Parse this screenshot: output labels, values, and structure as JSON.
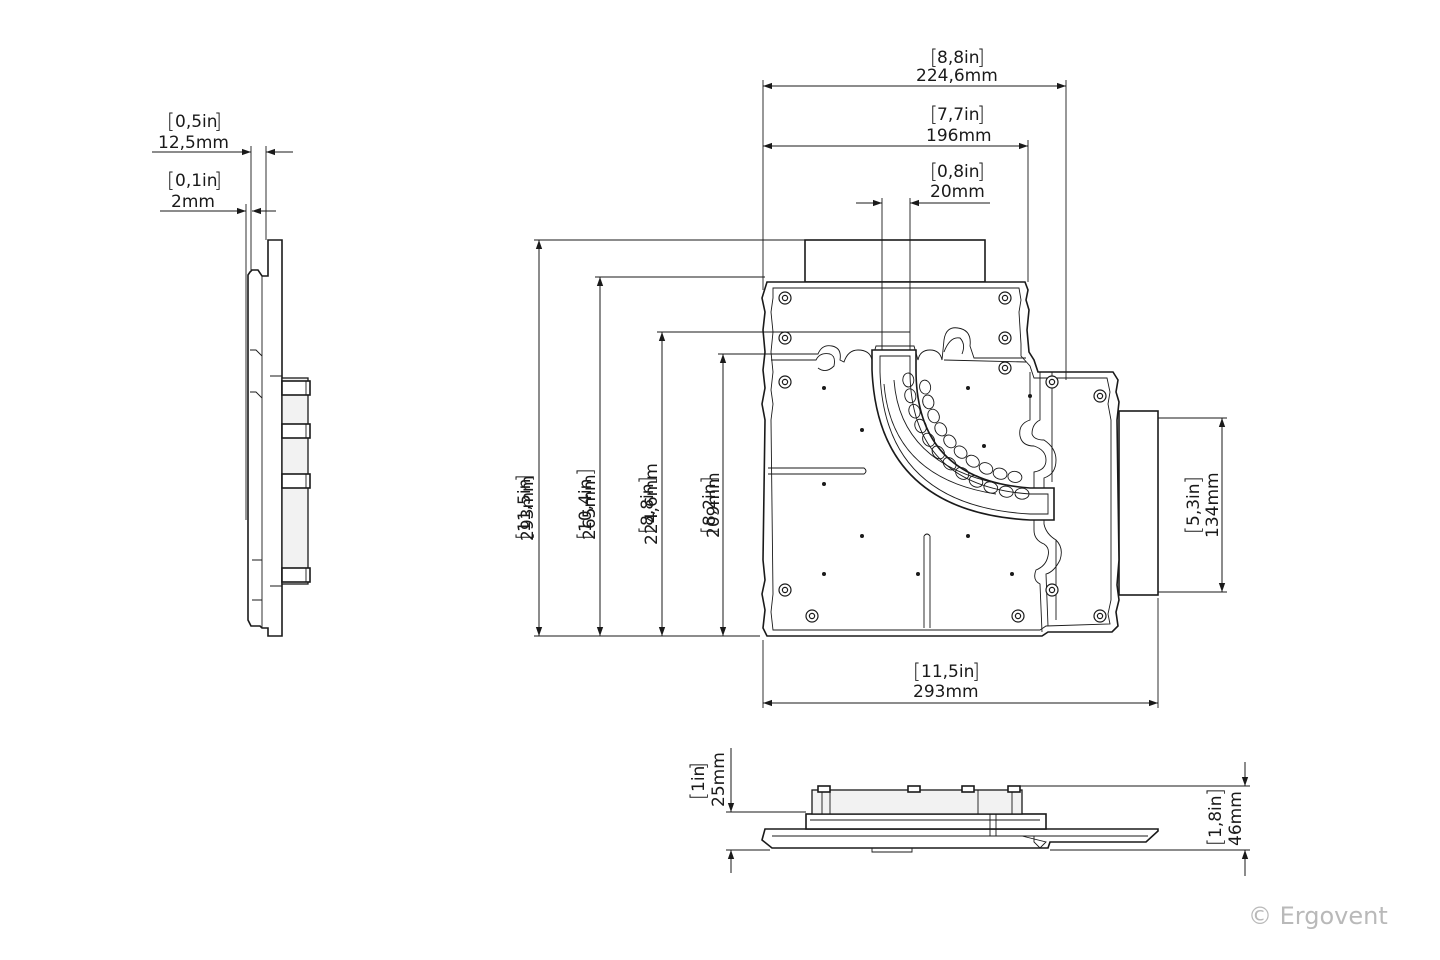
{
  "side_view": {
    "dim_thickness": {
      "in": "0,5in",
      "mm": "12,5mm"
    },
    "dim_plate": {
      "in": "0,1in",
      "mm": "2mm"
    }
  },
  "top_view": {
    "dim_width_top": {
      "in": "8,8in",
      "mm": "224,6mm"
    },
    "dim_box_width": {
      "in": "7,7in",
      "mm": "196mm"
    },
    "dim_slot": {
      "in": "0,8in",
      "mm": "20mm"
    },
    "dim_height_total": {
      "in": "11,5in",
      "mm": "293mm"
    },
    "dim_height_plate": {
      "in": "10,4in",
      "mm": "265mm"
    },
    "dim_height_channel": {
      "in": "8,8in",
      "mm": "224,6mm"
    },
    "dim_height_inner": {
      "in": "8,2in",
      "mm": "209mm"
    },
    "dim_side_outlet": {
      "in": "5,3in",
      "mm": "134mm"
    },
    "dim_width_bottom": {
      "in": "11,5in",
      "mm": "293mm"
    }
  },
  "bottom_view": {
    "dim_height_small": {
      "in": "1in",
      "mm": "25mm"
    },
    "dim_height_large": {
      "in": "1,8in",
      "mm": "46mm"
    }
  },
  "copyright": "© Ergovent"
}
